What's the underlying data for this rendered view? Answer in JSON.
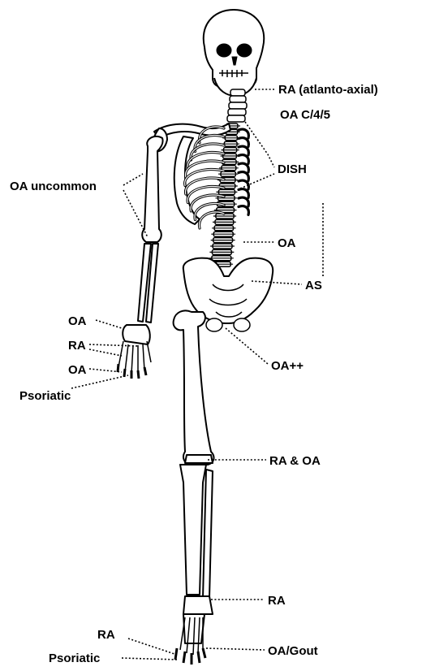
{
  "labels": {
    "ra_atlanto_axial": "RA (atlanto-axial)",
    "oa_c45": "OA C/4/5",
    "dish": "DISH",
    "oa_uncommon": "OA uncommon",
    "oa_spine": "OA",
    "as": "AS",
    "oa_hand": "OA",
    "ra_hand": "RA",
    "oa_fingers": "OA",
    "psoriatic_hand": "Psoriatic",
    "oa_hip": "OA++",
    "ra_oa_knee": "RA & OA",
    "ra_ankle": "RA",
    "ra_foot": "RA",
    "psoriatic_foot": "Psoriatic",
    "oa_gout": "OA/Gout"
  }
}
